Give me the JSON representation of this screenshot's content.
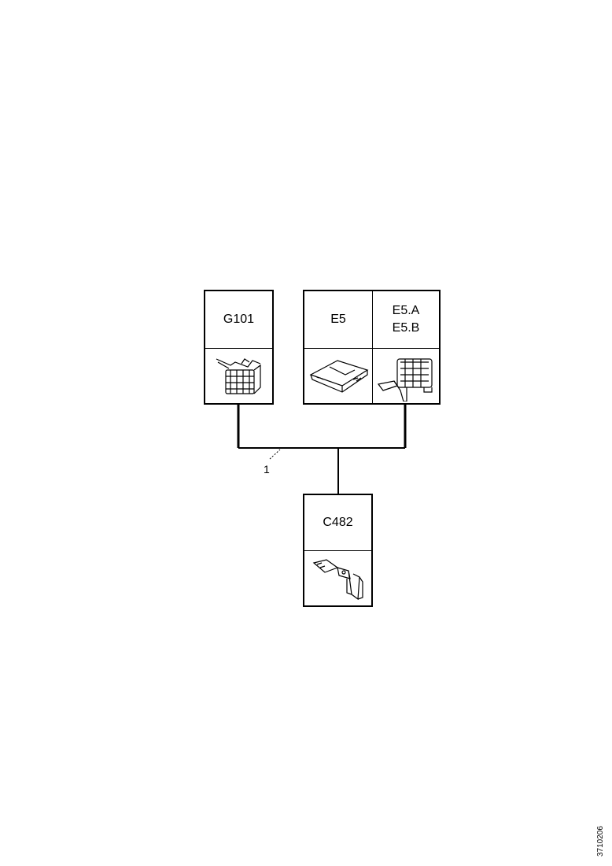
{
  "connectors": {
    "g101": {
      "label": "G101",
      "icon": "harness-connector-icon"
    },
    "e5": {
      "label": "E5",
      "icon": "control-module-icon"
    },
    "e5ab": {
      "label_a": "E5.A",
      "label_b": "E5.B",
      "icon": "multi-pin-connector-icon"
    },
    "c482": {
      "label": "C482",
      "icon": "bracket-connector-icon"
    }
  },
  "callout": {
    "number": "1"
  },
  "document_id": "3710206"
}
